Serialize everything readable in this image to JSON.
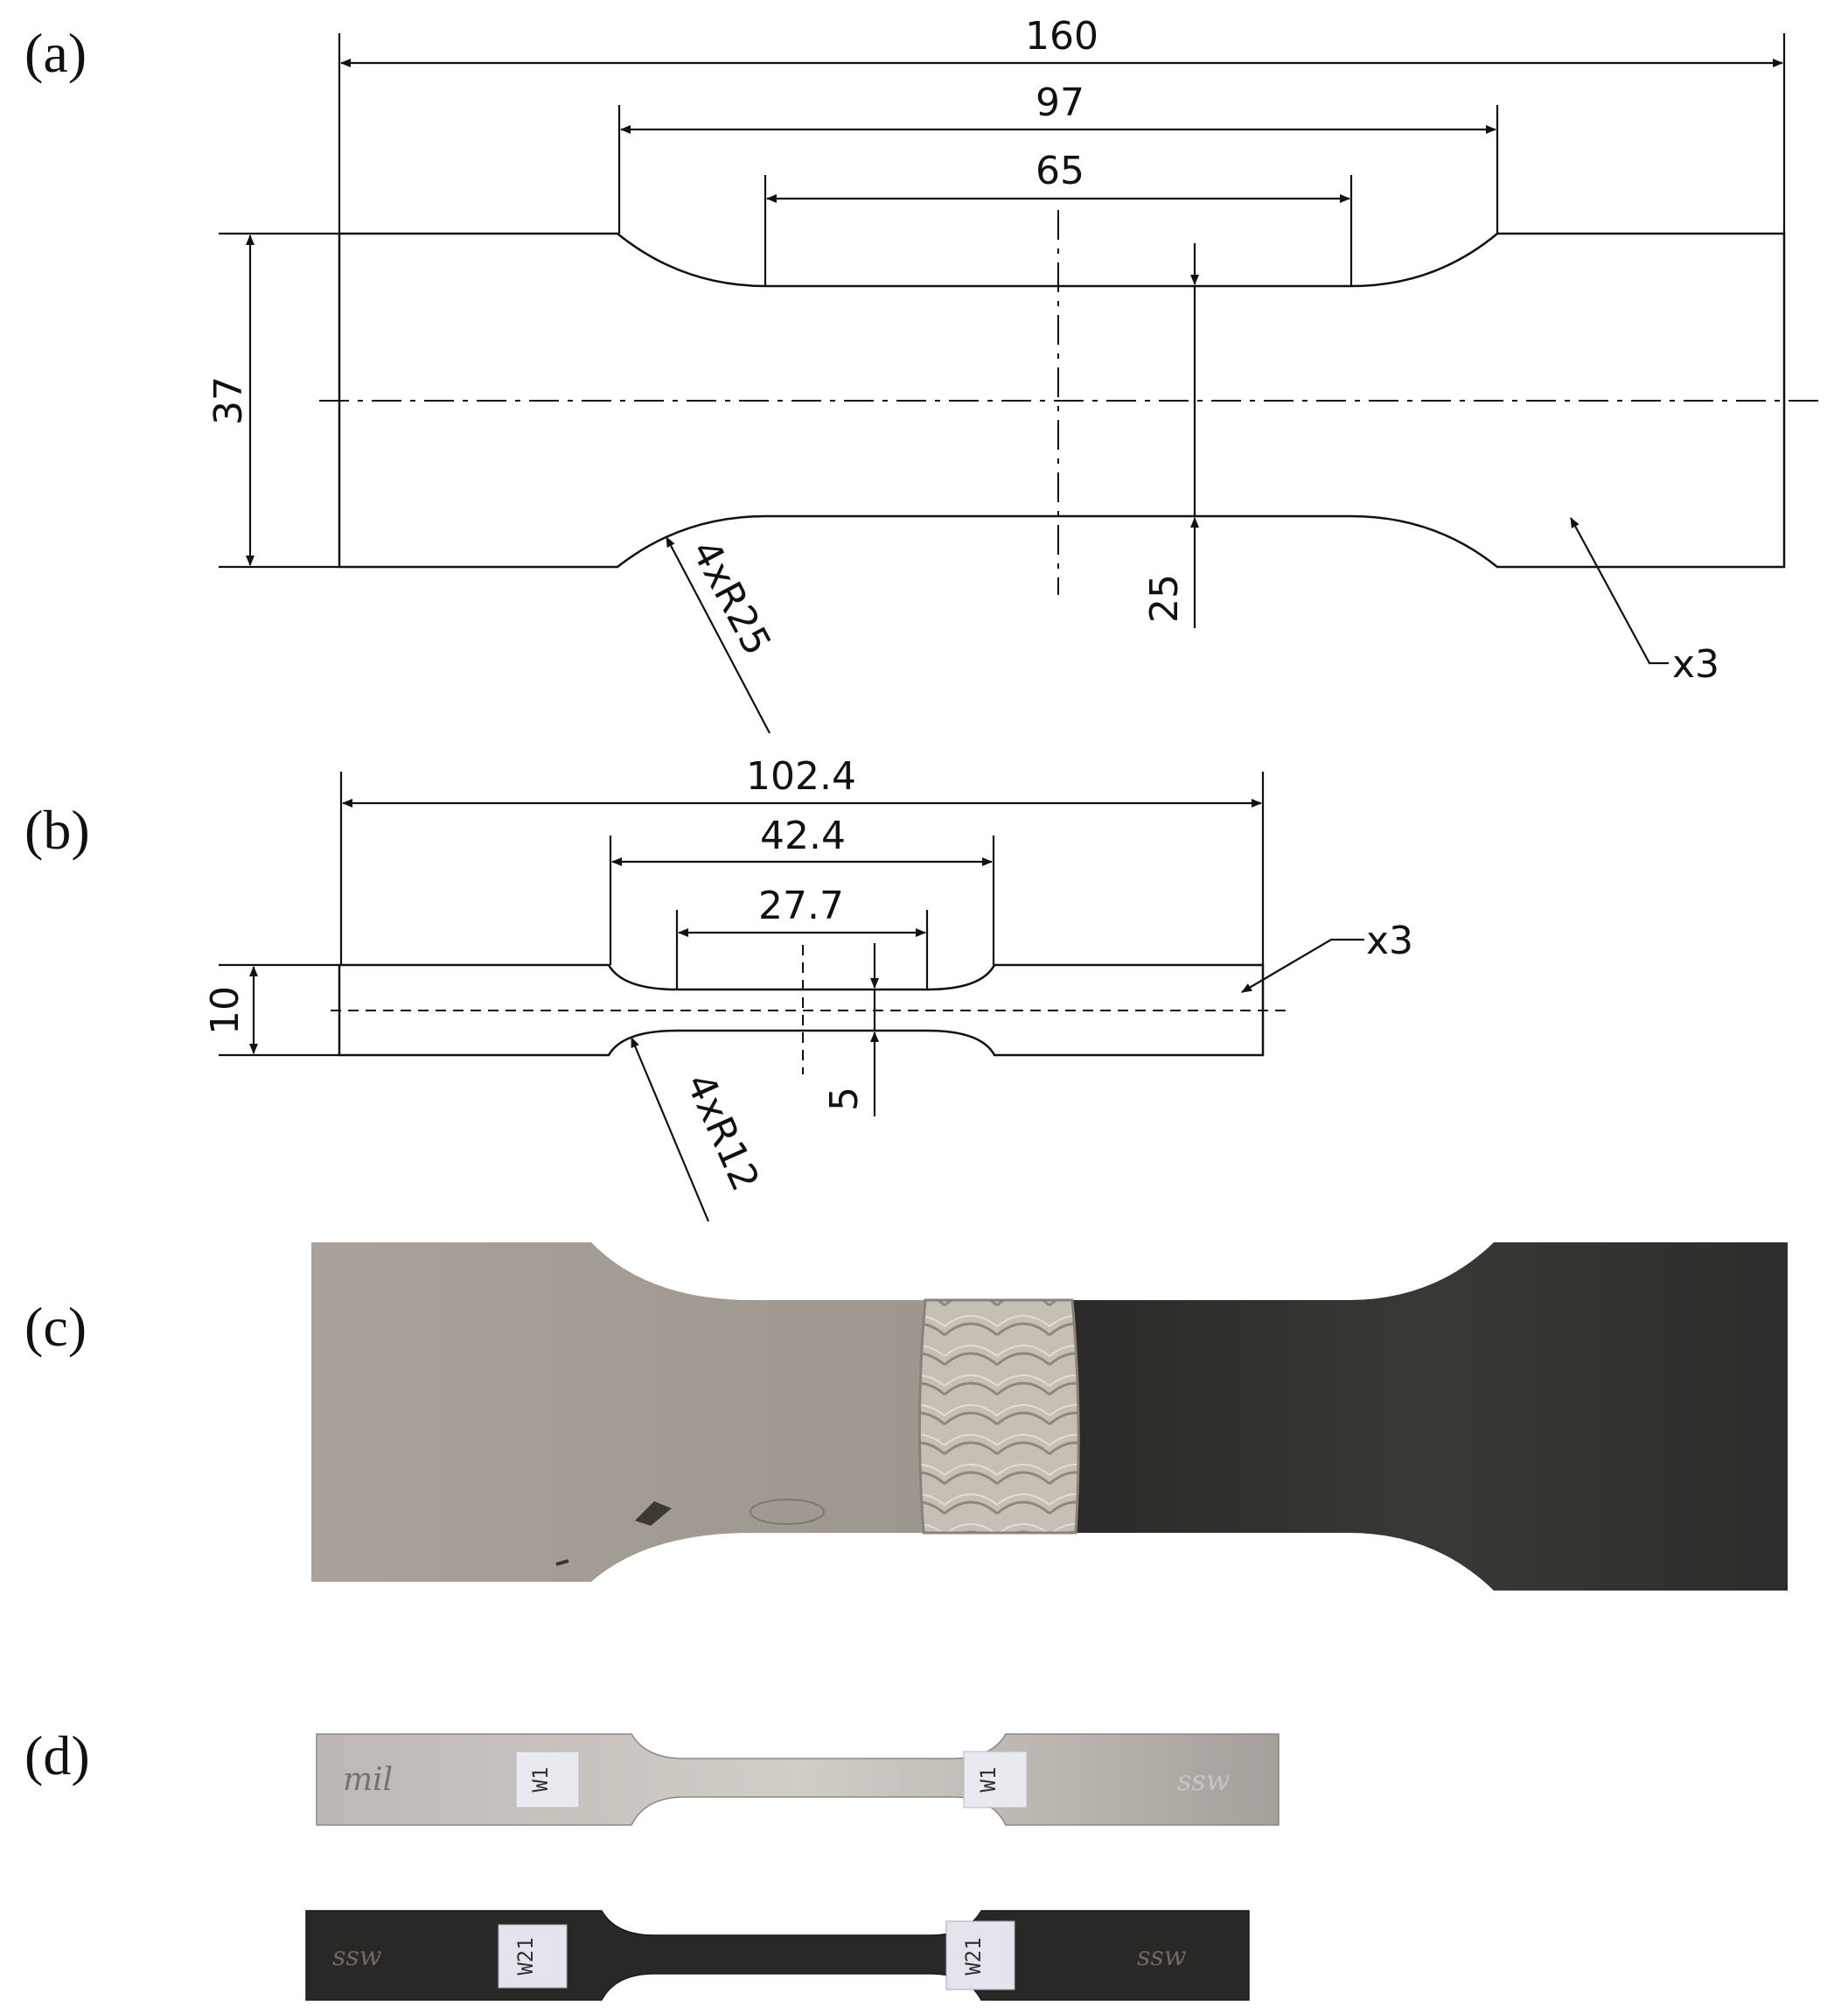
{
  "panels": [
    {
      "id": "a",
      "label": "(a)"
    },
    {
      "id": "b",
      "label": "(b)"
    },
    {
      "id": "c",
      "label": "(c)"
    },
    {
      "id": "d",
      "label": "(d)"
    }
  ],
  "drawing_a": {
    "total_length": "160",
    "reduced_length": "97",
    "gauge_length": "65",
    "grip_width": "37",
    "gauge_width": "25",
    "radius_note": "4xR25",
    "thickness_note": "x3"
  },
  "drawing_b": {
    "total_length": "102.4",
    "reduced_length": "42.4",
    "gauge_length": "27.7",
    "grip_width": "10",
    "gauge_width": "5",
    "radius_note": "4xR12",
    "thickness_note": "x3"
  },
  "photo_d": {
    "specimen_1": {
      "tag_left": "W1",
      "tag_right": "W1",
      "mark_left": "mil",
      "mark_right": "ssw"
    },
    "specimen_2": {
      "tag_left": "W21",
      "tag_right": "W21",
      "mark_left": "ssw",
      "mark_right": "ssw"
    }
  },
  "colors": {
    "ink": "#111111",
    "aluminium": "#a49d95",
    "weld_bead": "#c8c1b7",
    "steel_dark": "#2e2c2a",
    "label_paper": "#e9e9ef"
  }
}
